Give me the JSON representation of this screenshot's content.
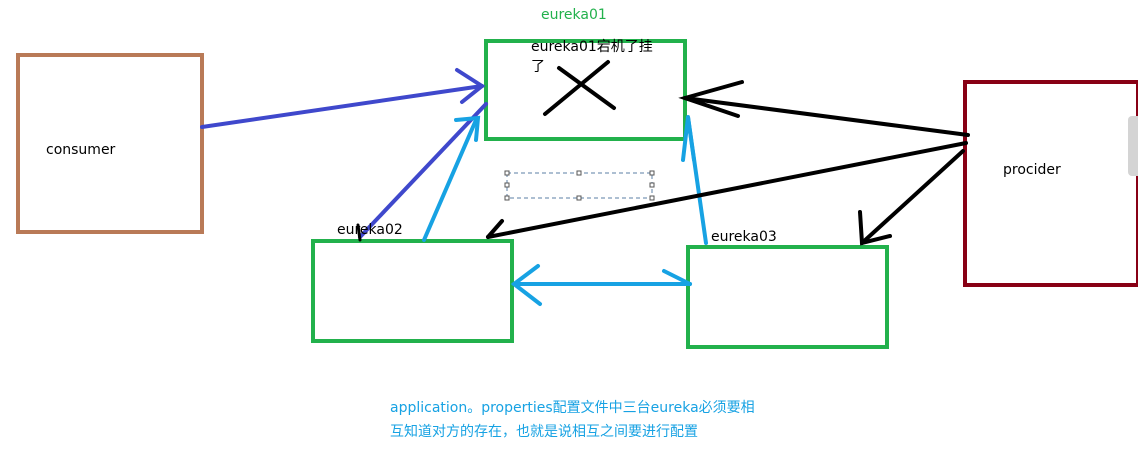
{
  "labels": {
    "eureka01_title": "eureka01",
    "eureka01_down": "eureka01宕机了挂了",
    "eureka02": "eureka02",
    "eureka03": "eureka03",
    "consumer": "consumer",
    "provider": "procider"
  },
  "note": {
    "line1": "application。properties配置文件中三台eureka必须要相",
    "line2": "互知道对方的存在，也就是说相互之间要进行配置"
  },
  "colors": {
    "consumer_box": "#b97a57",
    "provider_box": "#880015",
    "eureka_box": "#22b14c",
    "blue_arrow": "#3f48cc",
    "cyan_arrow": "#17a2e3",
    "black_arrow": "#000000",
    "note_text": "#17a2e3"
  }
}
